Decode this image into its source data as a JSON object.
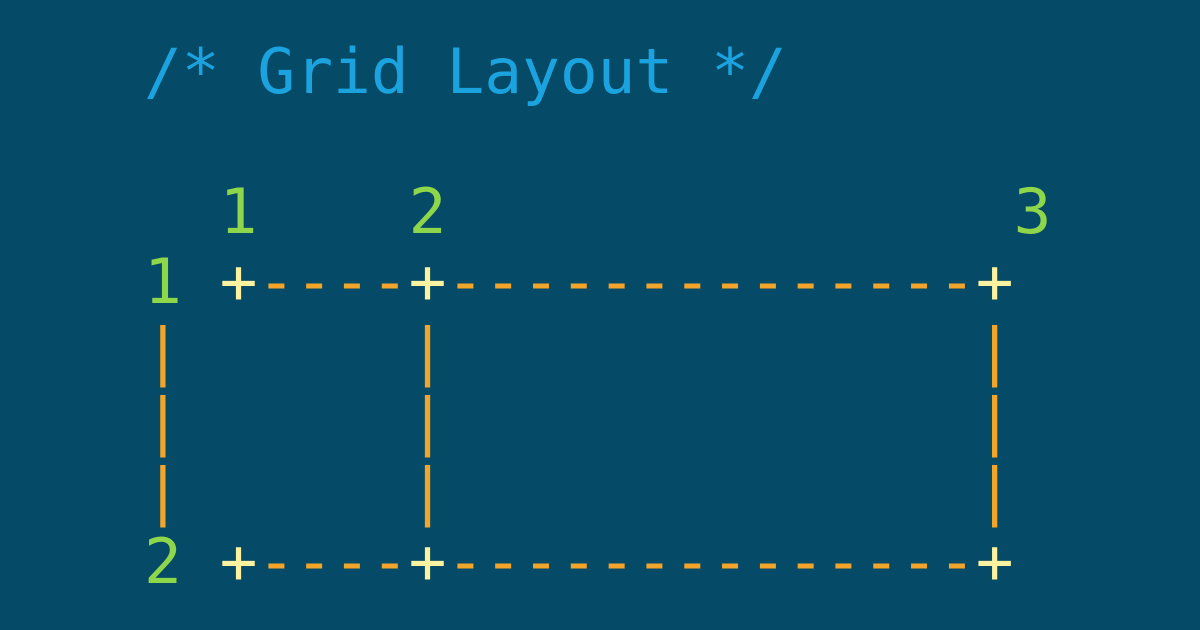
{
  "colors": {
    "background": "#054a66",
    "comment": "#1ba3e0",
    "line_numbers": "#8ed64a",
    "intersections": "#fdf2a0",
    "grid_lines": "#f2a52a"
  },
  "title": "/* Grid Layout */",
  "column_labels": {
    "prefix": "  ",
    "c1": "1",
    "gap1": "    ",
    "c2": "2",
    "gap2": "               ",
    "c3": "3"
  },
  "rows": {
    "top": {
      "label": "1",
      "space": " ",
      "plus1": "+",
      "seg1": "----",
      "plus2": "+",
      "seg2": "--------------",
      "plus3": "+"
    },
    "middle": [
      {
        "left": "|",
        "gap1": "      ",
        "mid": "|",
        "gap2": "              ",
        "right": "|"
      },
      {
        "left": "|",
        "gap1": "      ",
        "mid": "|",
        "gap2": "              ",
        "right": "|"
      },
      {
        "left": "|",
        "gap1": "      ",
        "mid": "|",
        "gap2": "              ",
        "right": "|"
      }
    ],
    "bottom": {
      "label": "2",
      "space": " ",
      "plus1": "+",
      "seg1": "----",
      "plus2": "+",
      "seg2": "--------------",
      "plus3": "+"
    }
  }
}
